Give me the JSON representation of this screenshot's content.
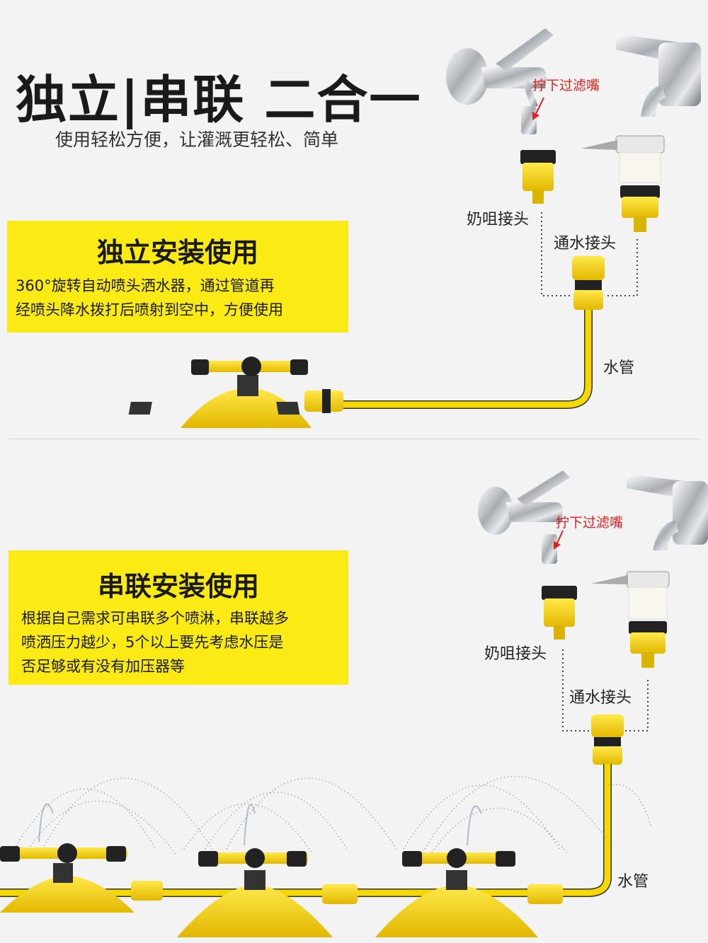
{
  "header": {
    "title": "独立|串联  二合一",
    "subtitle": "使用轻松方便，让灌溉更轻松、简单"
  },
  "independent": {
    "title": "独立安装使用",
    "body_lines": [
      "360°旋转自动喷头洒水器，通过管道再",
      "经喷头降水拨打后喷射到空中，方便使用"
    ],
    "label_remove_filter": "拧下过滤嘴",
    "label_nipple_connector": "奶咀接头",
    "label_tap_connector": "通水接头",
    "label_hose": "水管"
  },
  "series": {
    "title": "串联安装使用",
    "body_lines": [
      "根据自己需求可串联多个喷淋，串联越多",
      "喷洒压力越少，5个以上要先考虑水压是",
      "否足够或有没有加压器等"
    ],
    "label_remove_filter": "拧下过滤嘴",
    "label_nipple_connector": "奶咀接头",
    "label_tap_connector": "通水接头",
    "label_hose": "水管"
  },
  "colors": {
    "yellow": "#fbea13",
    "product_yellow": "#f5d800",
    "red": "#e02020"
  }
}
